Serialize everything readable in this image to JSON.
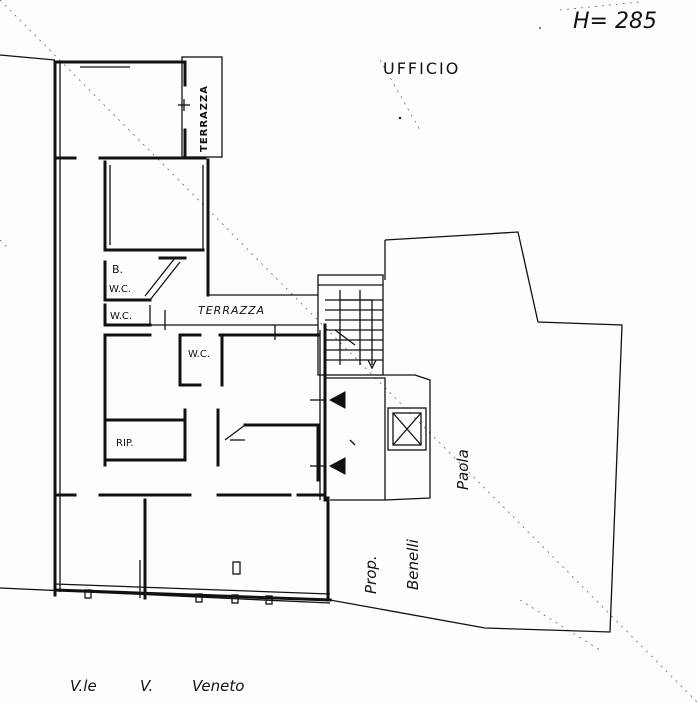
{
  "header": {
    "sheet_number": "H= 285",
    "floor_use": "UFFICIO"
  },
  "rooms": {
    "terrace_top": "TERRAZZA",
    "terrace_mid": "TERRAZZA",
    "bath_b": "B.",
    "wc_1": "W.C.",
    "wc_2": "W.C.",
    "wc_3": "W.C.",
    "storage": "RIP."
  },
  "neighbor": {
    "owner_prefix": "Prop.",
    "owner_surname": "Benelli",
    "owner_name": "Paola"
  },
  "street": {
    "part_1": "V.le",
    "part_2": "V.",
    "part_3": "Veneto"
  }
}
